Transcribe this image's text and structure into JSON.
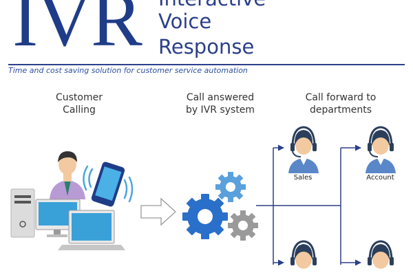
{
  "header": {
    "logo_text": "IVR",
    "title_lines": [
      "Interactive",
      "Voice",
      "Response"
    ],
    "tagline": "Time and cost saving solution for customer service automation"
  },
  "steps": [
    {
      "line1": "Customer",
      "line2": "Calling"
    },
    {
      "line1": "Call answered",
      "line2": "by IVR system"
    },
    {
      "line1": "Call forward to",
      "line2": "departments"
    }
  ],
  "departments": [
    {
      "label": "Sales"
    },
    {
      "label": "Account"
    }
  ],
  "colors": {
    "brand_blue": "#1f3c88",
    "gear_blue": "#2a6fc9",
    "gear_light": "#5aa0dc",
    "gear_gray": "#9a9a9a",
    "headset": "#2b3f5c",
    "shirt": "#5a87c8",
    "skin": "#f2c9a0"
  }
}
